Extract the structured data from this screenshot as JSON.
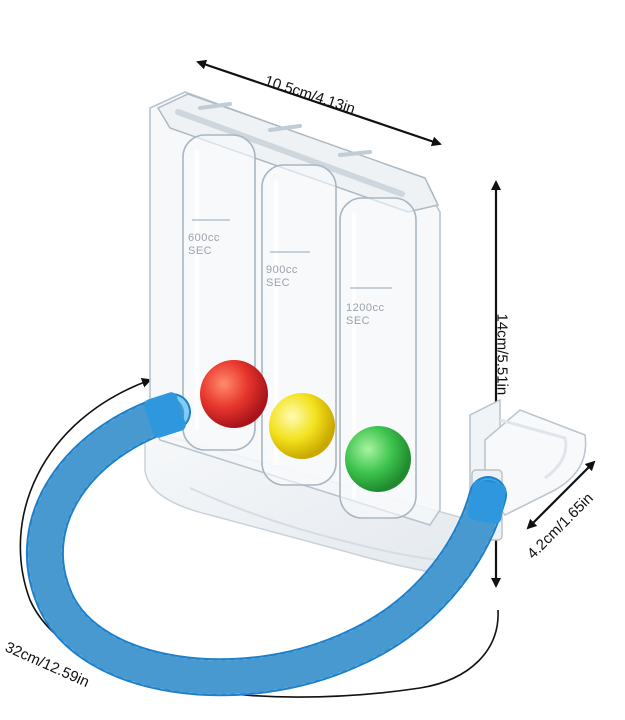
{
  "image": {
    "subject": "Incentive spirometer",
    "dimensions": {
      "width_label": "10.5cm/4.13in",
      "height_label": "14cm/5.51in",
      "mouthpiece_label": "4.2cm/1.65in",
      "tube_label": "32cm/12.59in"
    },
    "chamber_markings": [
      {
        "volume": "600cc",
        "unit": "SEC"
      },
      {
        "volume": "900cc",
        "unit": "SEC"
      },
      {
        "volume": "1200cc",
        "unit": "SEC"
      }
    ],
    "colors": {
      "ball_left": "#e8352b",
      "ball_middle": "#f3e21e",
      "ball_right": "#3fc44f",
      "tube": "#35a6ec",
      "arrow": "#111111"
    }
  }
}
